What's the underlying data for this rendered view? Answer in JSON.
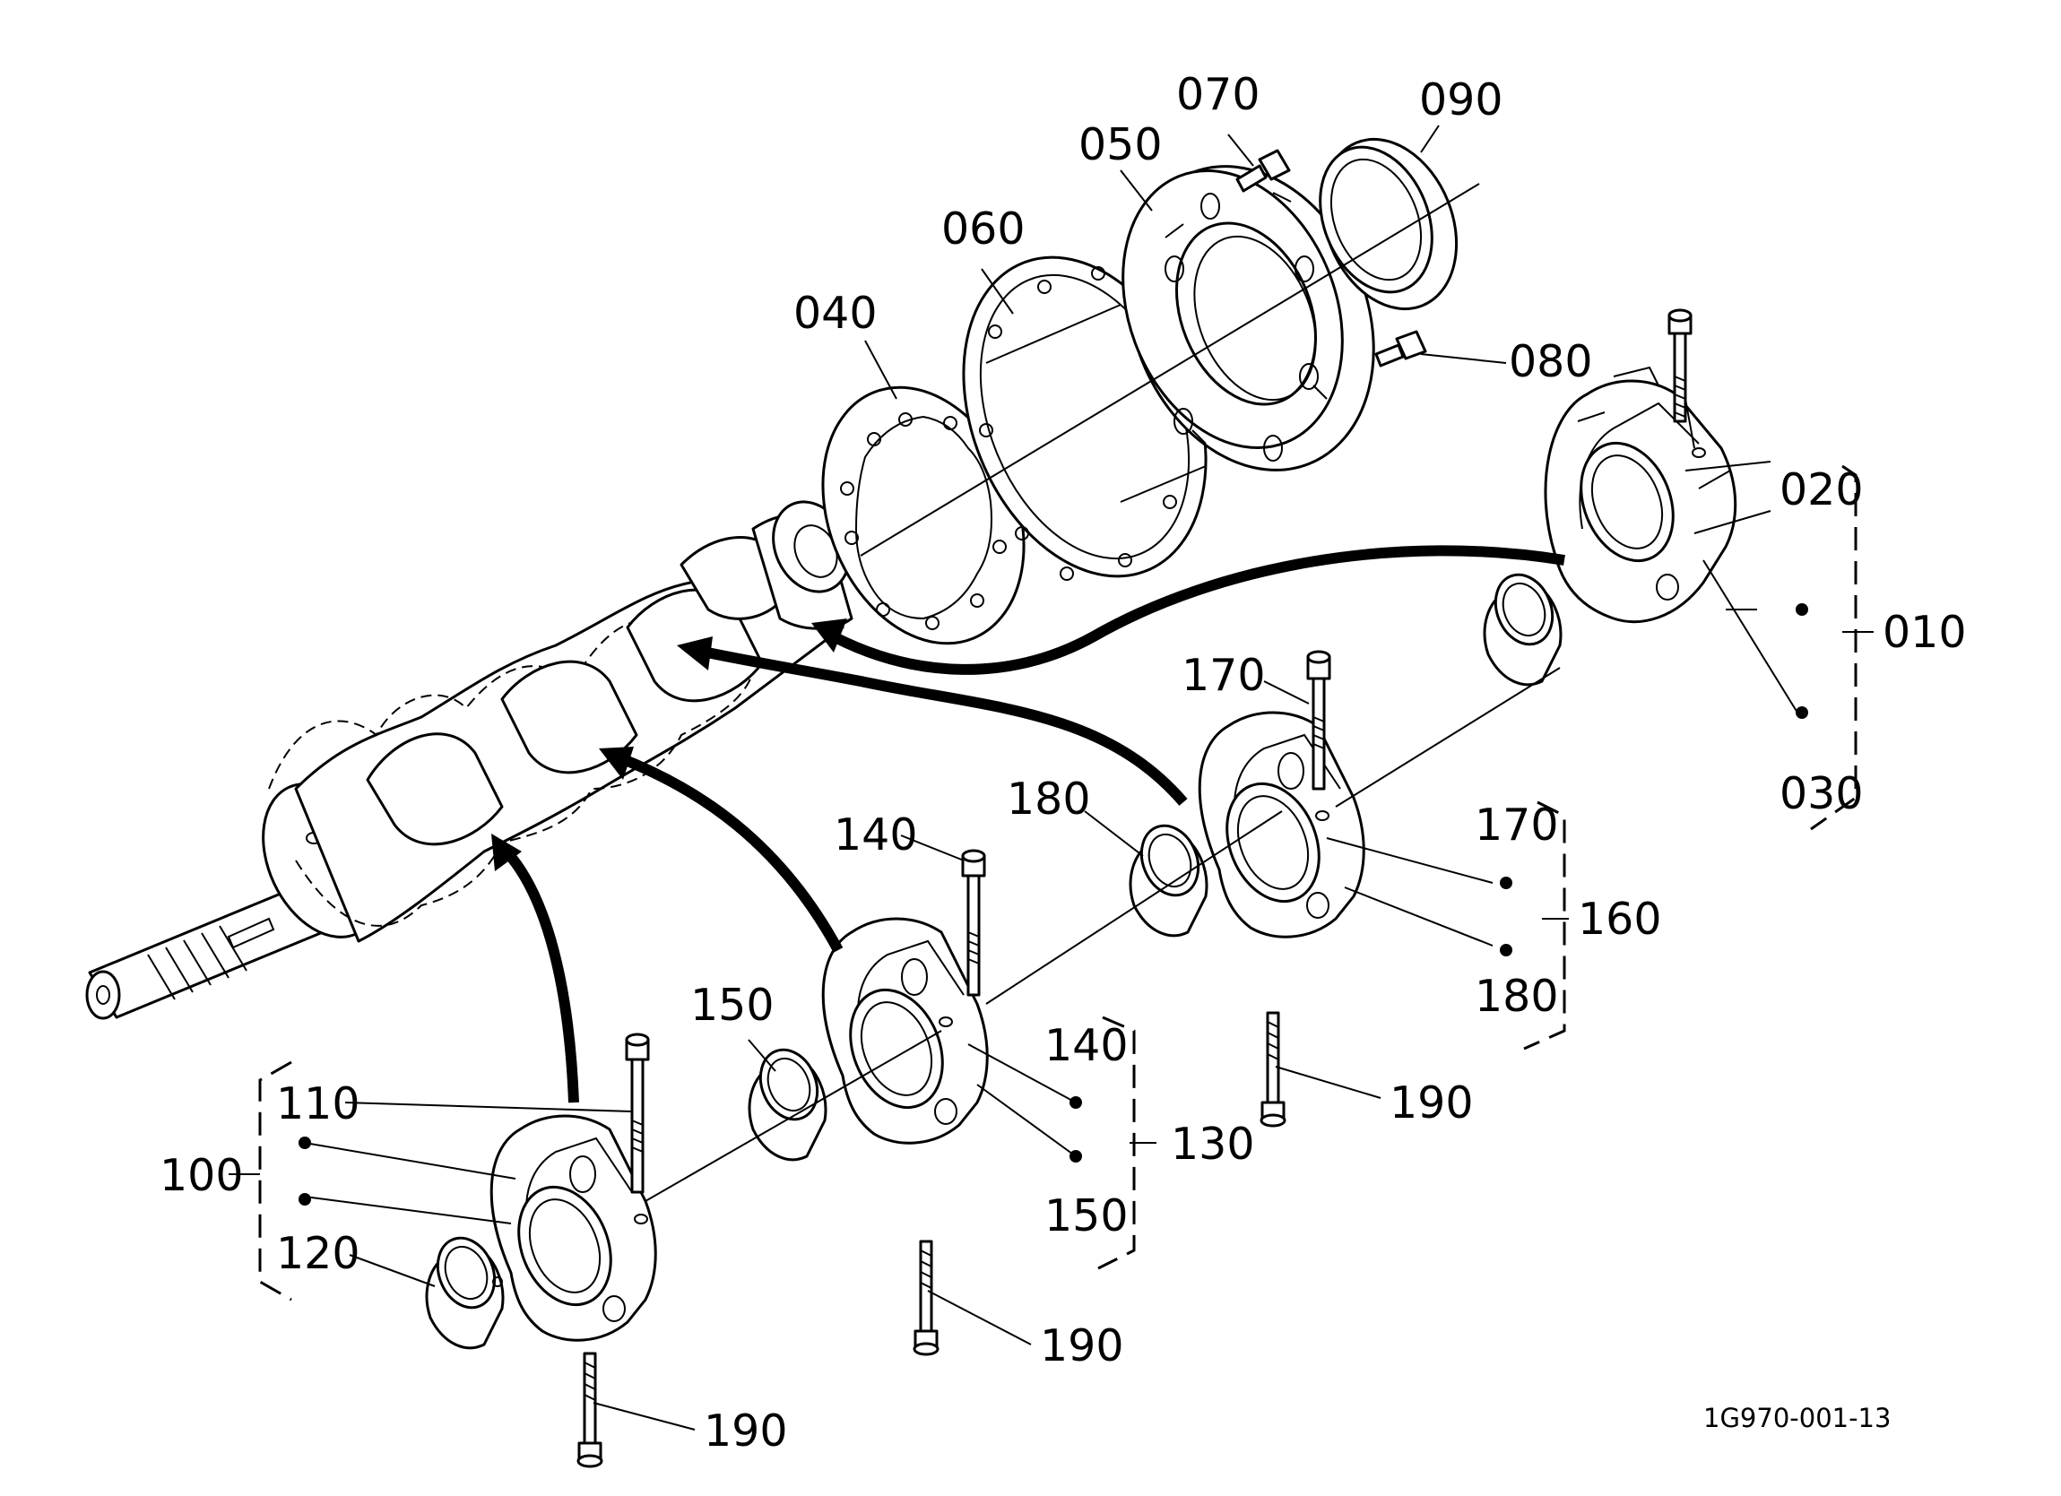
{
  "labels": {
    "p010": "010",
    "p020": "020",
    "p030": "030",
    "p040": "040",
    "p050": "050",
    "p060": "060",
    "p070": "070",
    "p080": "080",
    "p090": "090",
    "p100": "100",
    "p110": "110",
    "p120": "120",
    "p130": "130",
    "p140a": "140",
    "p140b": "140",
    "p150a": "150",
    "p150b": "150",
    "p160": "160",
    "p170a": "170",
    "p170b": "170",
    "p180a": "180",
    "p180b": "180",
    "p190a": "190",
    "p190b": "190",
    "p190c": "190"
  },
  "drawing_code": "1G970-001-13",
  "colors": {
    "line": "#000000",
    "background": "#ffffff"
  }
}
